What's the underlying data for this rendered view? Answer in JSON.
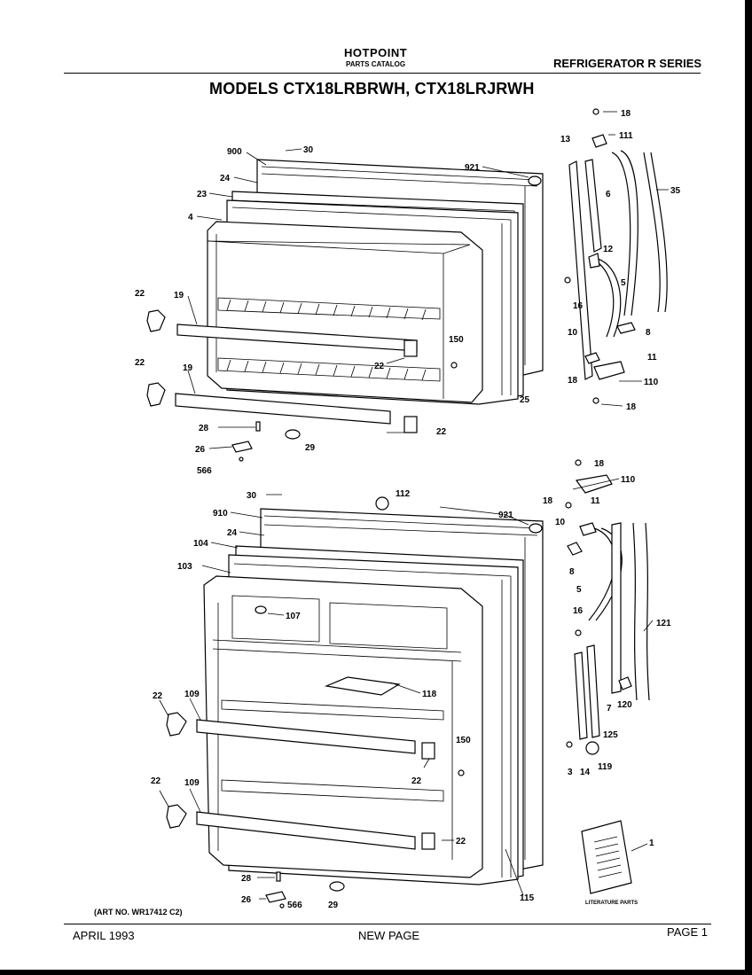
{
  "header": {
    "brand": "HOTPOINT",
    "catalog": "PARTS CATALOG",
    "series": "REFRIGERATOR R SERIES",
    "models": "MODELS CTX18LRBRWH, CTX18LRJRWH"
  },
  "footer": {
    "art_number": "(ART NO. WR17412 C2)",
    "date": "APRIL 1993",
    "new_page": "NEW PAGE",
    "page": "PAGE 1"
  },
  "booklet_label": "LITERATURE PARTS",
  "callouts": {
    "upper": [
      "18",
      "111",
      "13",
      "12",
      "6",
      "35",
      "5",
      "16",
      "10",
      "8",
      "11",
      "18",
      "110",
      "18",
      "900",
      "30",
      "921",
      "24",
      "23",
      "4",
      "22",
      "19",
      "150",
      "22",
      "22",
      "19",
      "25",
      "28",
      "26",
      "566",
      "29",
      "22"
    ],
    "lower": [
      "18",
      "110",
      "18",
      "11",
      "10",
      "8",
      "5",
      "16",
      "121",
      "7",
      "120",
      "125",
      "3",
      "14",
      "119",
      "30",
      "112",
      "910",
      "921",
      "24",
      "104",
      "103",
      "107",
      "118",
      "22",
      "109",
      "150",
      "22",
      "22",
      "109",
      "22",
      "115",
      "28",
      "26",
      "566",
      "29",
      "1"
    ]
  }
}
